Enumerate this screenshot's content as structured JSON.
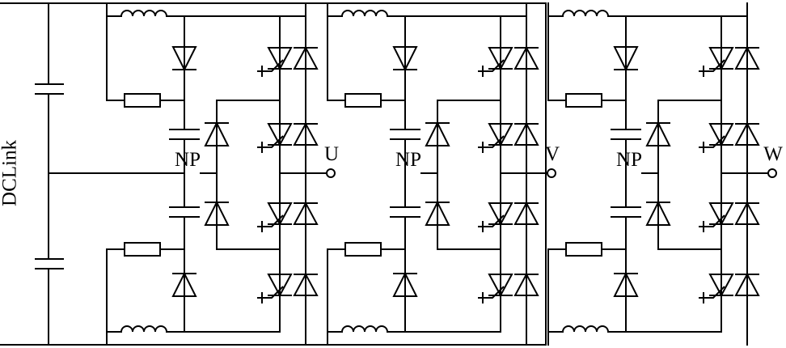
{
  "dc_link_label": "DCLink",
  "phases": [
    {
      "np_label": "NP",
      "output_label": "U"
    },
    {
      "np_label": "NP",
      "output_label": "V"
    },
    {
      "np_label": "NP",
      "output_label": "W"
    }
  ]
}
